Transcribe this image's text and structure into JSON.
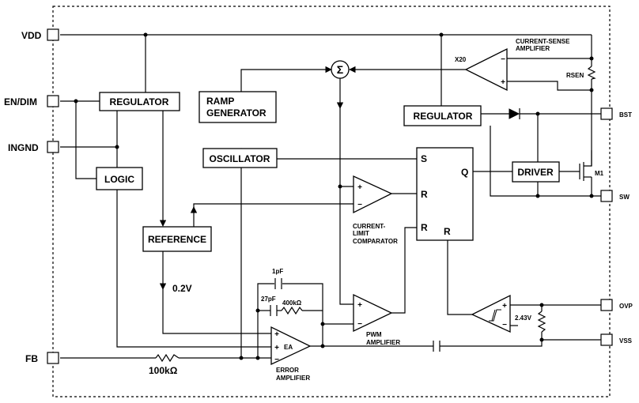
{
  "pins": {
    "vdd": "VDD",
    "en_dim": "EN/DIM",
    "ingnd": "INGND",
    "fb": "FB",
    "bst": "BST",
    "sw": "SW",
    "ovp": "OVP",
    "vss": "VSS"
  },
  "blocks": {
    "regulator_left": "REGULATOR",
    "logic": "LOGIC",
    "ramp_generator_line1": "RAMP",
    "ramp_generator_line2": "GENERATOR",
    "oscillator": "OSCILLATOR",
    "reference": "REFERENCE",
    "regulator_right": "REGULATOR",
    "driver": "DRIVER"
  },
  "latch": {
    "s": "S",
    "r1": "R",
    "r2": "R",
    "r3": "R",
    "q": "Q"
  },
  "labels": {
    "current_sense_line1": "CURRENT-SENSE",
    "current_sense_line2": "AMPLIFIER",
    "gain": "X20",
    "rsen": "RSEN",
    "m1": "M1",
    "current_limit_line1": "CURRENT-",
    "current_limit_line2": "LIMIT",
    "current_limit_line3": "COMPARATOR",
    "pwm_line1": "PWM",
    "pwm_line2": "AMPLIFIER",
    "error_line1": "ERROR",
    "error_line2": "AMPLIFIER",
    "ea": "EA",
    "ref_voltage": "0.2V",
    "ovp_voltage": "2.43V",
    "cap_1pf": "1pF",
    "cap_27pf": "27pF",
    "res_400k": "400kΩ",
    "res_100k": "100kΩ",
    "summer": "Σ"
  }
}
